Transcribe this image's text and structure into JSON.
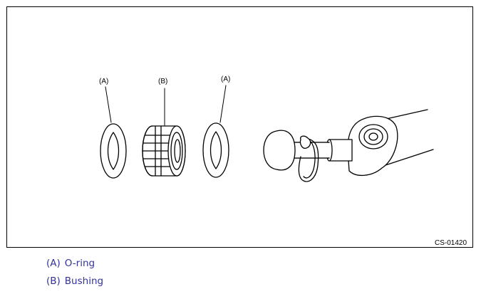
{
  "figure": {
    "code": "CS-01420",
    "callouts": {
      "left": "(A)",
      "middle": "(B)",
      "right": "(A)"
    },
    "icons": [
      "o-ring-icon",
      "bushing-icon",
      "o-ring-icon",
      "shift-lever-assembly-icon"
    ]
  },
  "legend": [
    {
      "key": "(A)",
      "label": "O-ring"
    },
    {
      "key": "(B)",
      "label": "Bushing"
    }
  ],
  "colors": {
    "legend_text": "#333399",
    "line": "#000000",
    "background": "#ffffff"
  }
}
